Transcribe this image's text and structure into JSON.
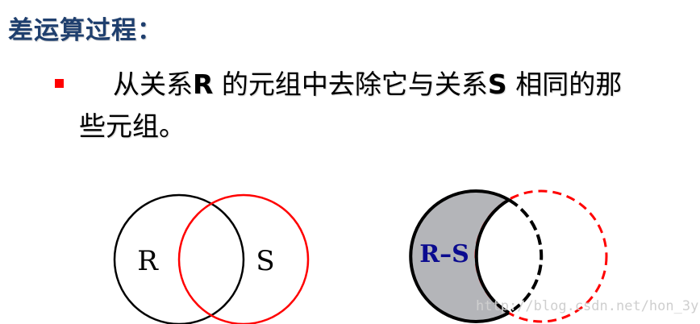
{
  "title": "差运算过程：",
  "bullet": {
    "color": "#ff0000",
    "line1_part1": "从关系",
    "line1_R": "R",
    "line1_part2": " 的元组中去除它与关系",
    "line1_S": "S",
    "line1_part3": " 相同的那",
    "line2": "些元组。"
  },
  "diagram_left": {
    "label_r": "R",
    "label_s": "S",
    "circle_r_color": "#000000",
    "circle_s_color": "#ff0000"
  },
  "diagram_right": {
    "label": "R–S",
    "label_color": "#0b0b8f",
    "fill_color": "#b4b5b9",
    "circle_r_color": "#000000",
    "circle_s_color": "#ff0000"
  },
  "watermark": "http://blog.csdn.net/hon_3y"
}
